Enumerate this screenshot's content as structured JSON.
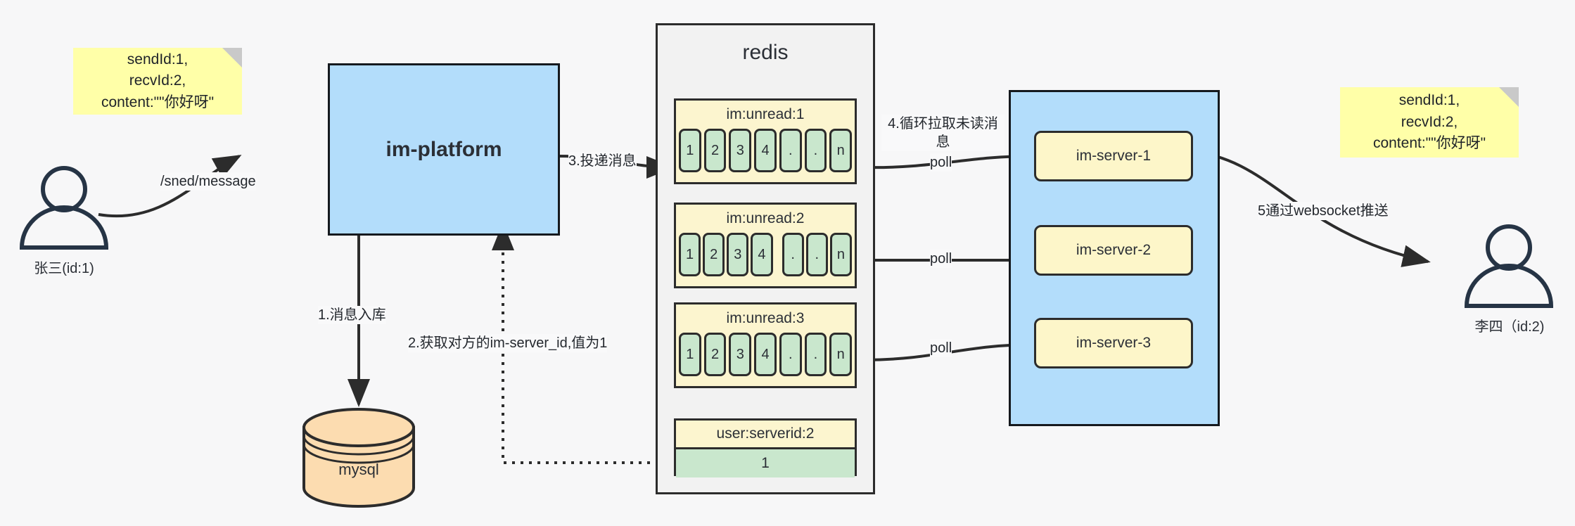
{
  "diagram": {
    "title": "IM message delivery architecture",
    "colors": {
      "background": "#f7f7f8",
      "sticky": "#ffffa8",
      "blue_node": "#b3ddfb",
      "key_yellow": "#fcf5cf",
      "cell_green": "#c9e7cd",
      "db_orange": "#fcdcb0",
      "stroke": "#2c2c2c"
    }
  },
  "sticky_notes": [
    {
      "id": "left-note",
      "text": "sendId:1,\nrecvId:2,\ncontent:\"\"你好呀\""
    },
    {
      "id": "right-note",
      "text": "sendId:1,\nrecvId:2,\ncontent:\"\"你好呀\""
    }
  ],
  "actors": [
    {
      "id": "sender",
      "label": "张三(id:1)",
      "icon": "person-icon"
    },
    {
      "id": "receiver",
      "label": "李四（id:2)",
      "icon": "person-icon"
    }
  ],
  "nodes": {
    "platform": {
      "label": "im-platform"
    },
    "database": {
      "label": "mysql",
      "icon": "database-cylinder-icon"
    },
    "redis": {
      "label": "redis"
    }
  },
  "redis_keys": [
    {
      "id": "im-unread-1",
      "key": "im:unread:1",
      "cells": [
        "1",
        "2",
        "3",
        "4",
        ".",
        ".",
        "n"
      ],
      "grouped": false
    },
    {
      "id": "im-unread-2",
      "key": "im:unread:2",
      "cells": [
        "1",
        "2",
        "3",
        "4",
        ".",
        ".",
        "n"
      ],
      "grouped": true
    },
    {
      "id": "im-unread-3",
      "key": "im:unread:3",
      "cells": [
        "1",
        "2",
        "3",
        "4",
        ".",
        ".",
        "n"
      ],
      "grouped": false
    }
  ],
  "redis_kv": {
    "id": "user-serverid-2",
    "key": "user:serverid:2",
    "value": "1"
  },
  "servers": [
    {
      "id": "im-server-1",
      "label": "im-server-1"
    },
    {
      "id": "im-server-2",
      "label": "im-server-2"
    },
    {
      "id": "im-server-3",
      "label": "im-server-3"
    }
  ],
  "edge_labels": {
    "send_message": "/sned/message",
    "step1": "1.消息入库",
    "step2": "2.获取对方的im-server_id,值为1",
    "step3": "3.投递消息",
    "step4": "4.循环拉取未读消息",
    "poll1": "poll",
    "poll2": "poll",
    "poll3": "poll",
    "step5": "5通过websocket推送"
  }
}
